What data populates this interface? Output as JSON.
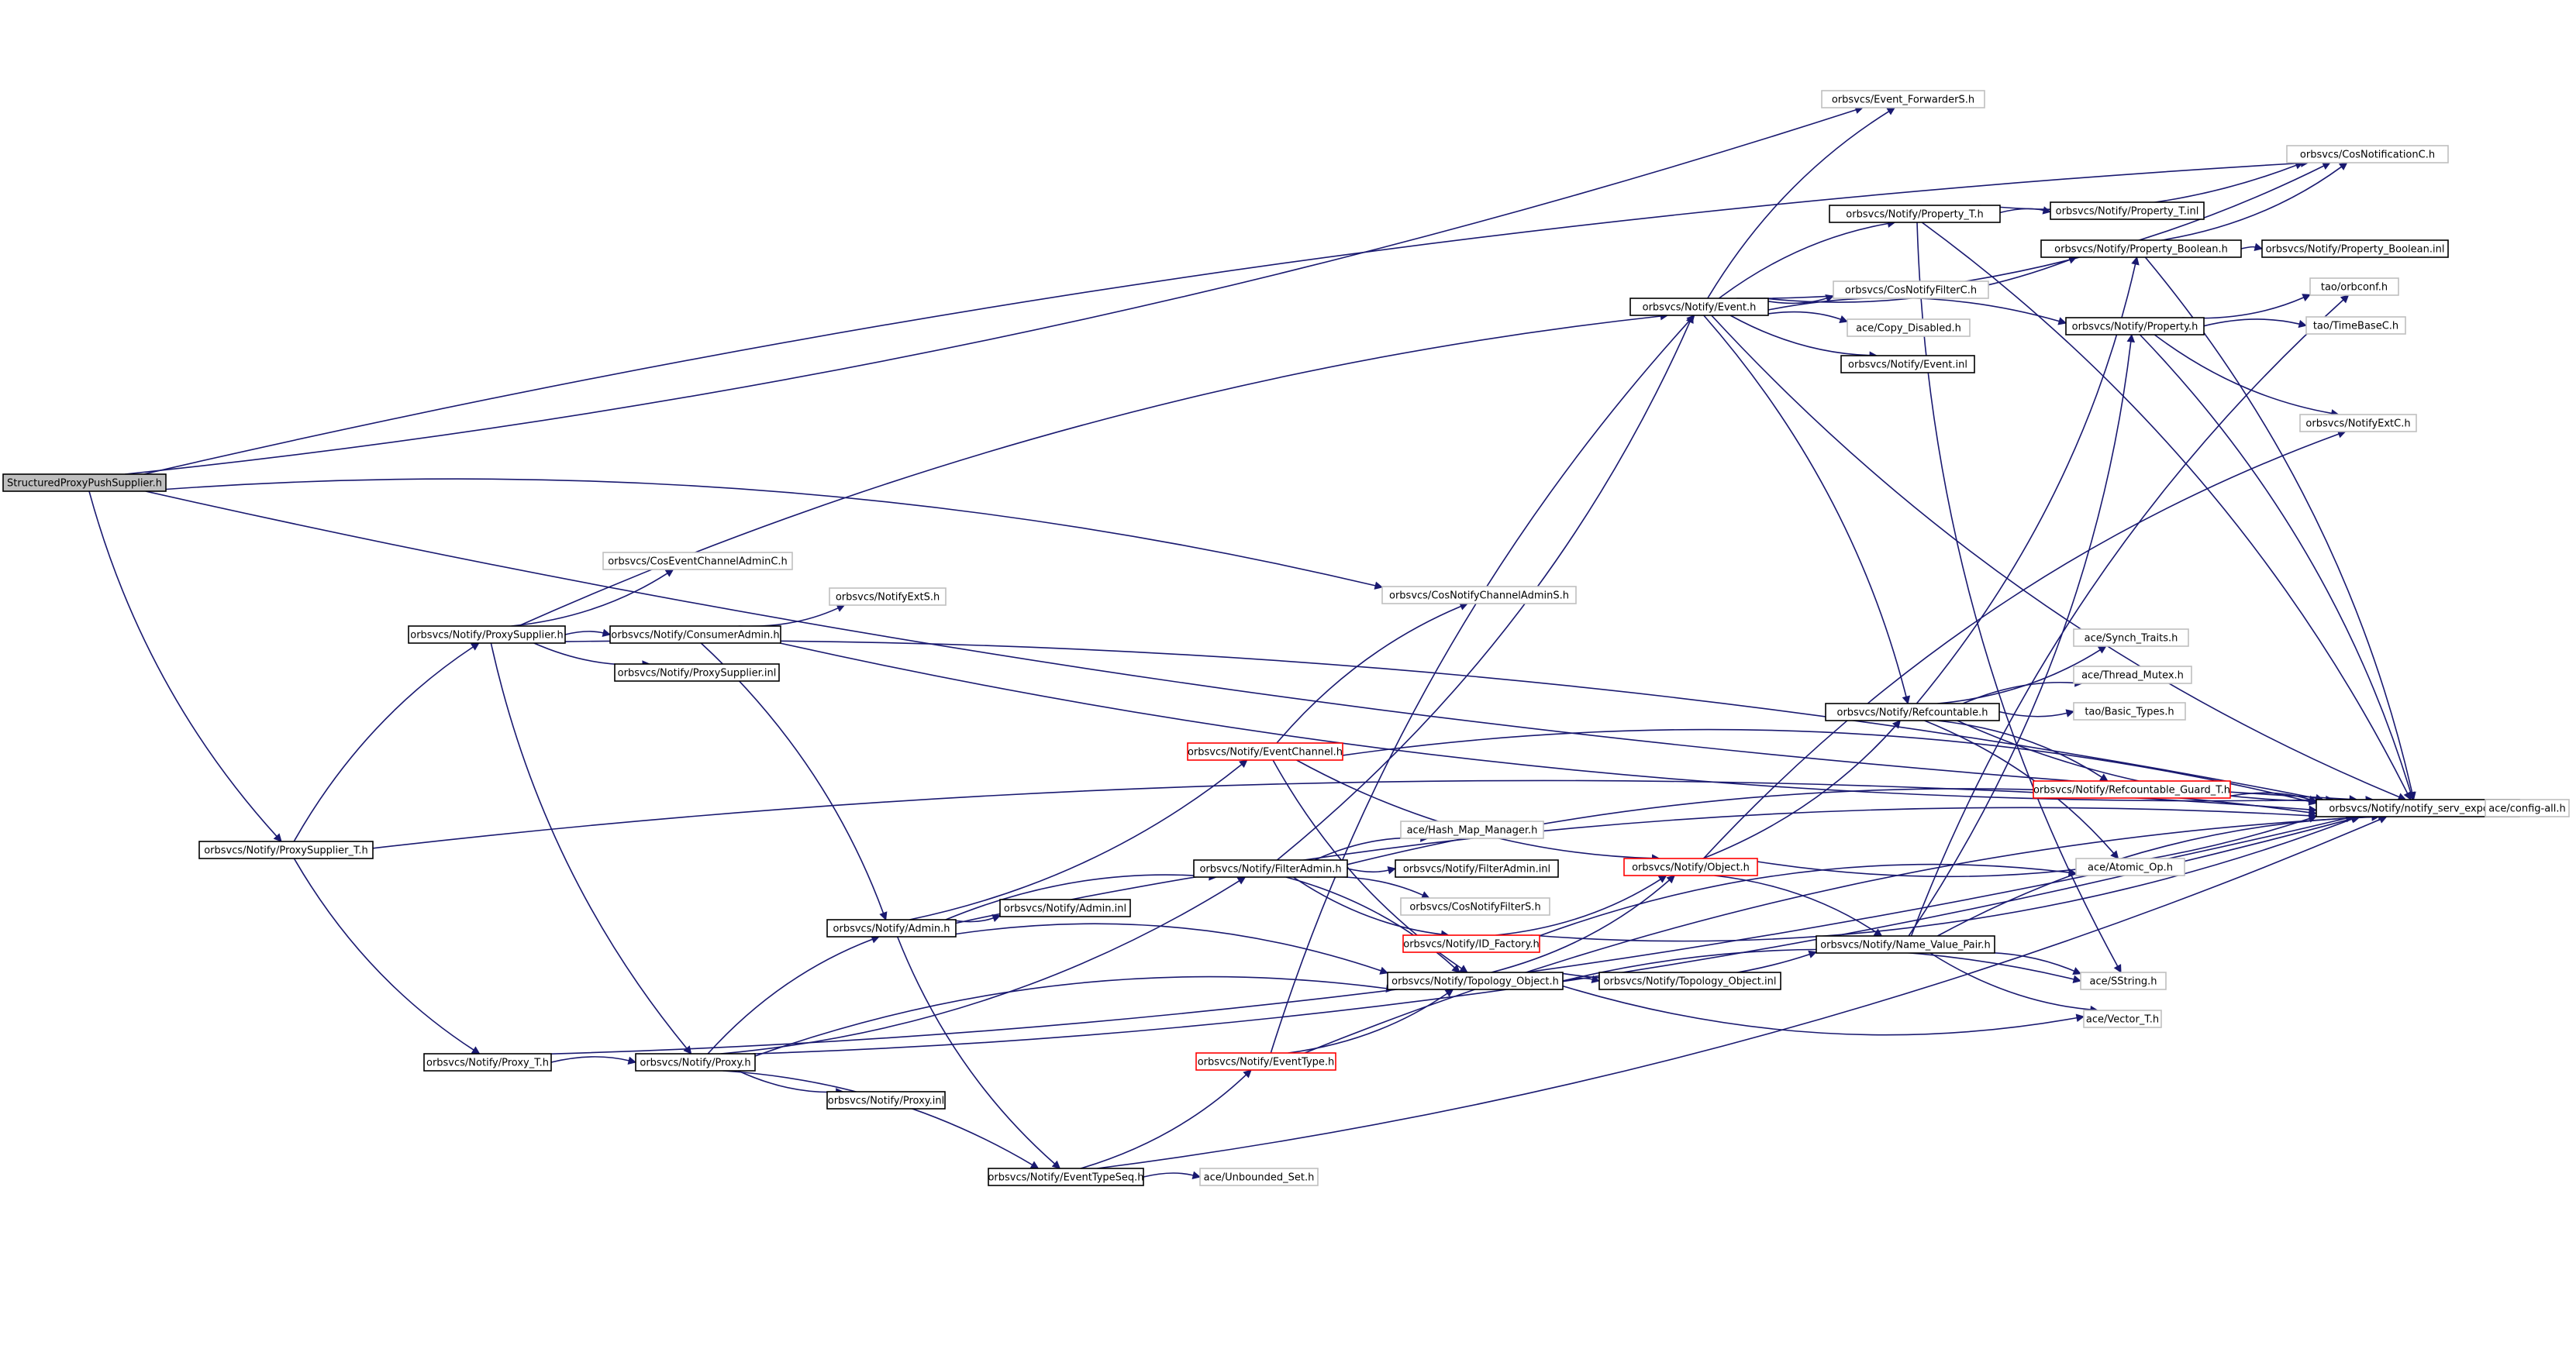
{
  "colors": {
    "edge": "#191970",
    "node_border": "#000000",
    "node_border_faded": "#bfbfbf",
    "node_border_truncated": "#ff0000",
    "root_fill": "#bfbfbf"
  },
  "nodes": [
    {
      "id": "root",
      "label": "StructuredProxyPushSupplier.h",
      "style": "root"
    },
    {
      "id": "fwd",
      "label": "orbsvcs/Event_ForwarderS.h",
      "style": "faded"
    },
    {
      "id": "cosnot",
      "label": "orbsvcs/CosNotificationC.h",
      "style": "faded"
    },
    {
      "id": "propT",
      "label": "orbsvcs/Notify/Property_T.h",
      "style": "normal"
    },
    {
      "id": "propTinl",
      "label": "orbsvcs/Notify/Property_T.inl",
      "style": "normal"
    },
    {
      "id": "propBool",
      "label": "orbsvcs/Notify/Property_Boolean.h",
      "style": "normal"
    },
    {
      "id": "propBoolInl",
      "label": "orbsvcs/Notify/Property_Boolean.inl",
      "style": "normal"
    },
    {
      "id": "orbconf",
      "label": "tao/orbconf.h",
      "style": "faded"
    },
    {
      "id": "event",
      "label": "orbsvcs/Notify/Event.h",
      "style": "normal"
    },
    {
      "id": "cosFilterC",
      "label": "orbsvcs/CosNotifyFilterC.h",
      "style": "faded"
    },
    {
      "id": "prop",
      "label": "orbsvcs/Notify/Property.h",
      "style": "normal"
    },
    {
      "id": "timeBase",
      "label": "tao/TimeBaseC.h",
      "style": "faded"
    },
    {
      "id": "copyDis",
      "label": "ace/Copy_Disabled.h",
      "style": "faded"
    },
    {
      "id": "eventInl",
      "label": "orbsvcs/Notify/Event.inl",
      "style": "normal"
    },
    {
      "id": "notifyExtC",
      "label": "orbsvcs/NotifyExtC.h",
      "style": "faded"
    },
    {
      "id": "cosEvAdmC",
      "label": "orbsvcs/CosEventChannelAdminC.h",
      "style": "faded"
    },
    {
      "id": "cosNotChAdmS",
      "label": "orbsvcs/CosNotifyChannelAdminS.h",
      "style": "faded"
    },
    {
      "id": "notifyExtS",
      "label": "orbsvcs/NotifyExtS.h",
      "style": "faded"
    },
    {
      "id": "proxySup",
      "label": "orbsvcs/Notify/ProxySupplier.h",
      "style": "normal"
    },
    {
      "id": "consAdm",
      "label": "orbsvcs/Notify/ConsumerAdmin.h",
      "style": "normal"
    },
    {
      "id": "proxySupInl",
      "label": "orbsvcs/Notify/ProxySupplier.inl",
      "style": "normal"
    },
    {
      "id": "synch",
      "label": "ace/Synch_Traits.h",
      "style": "faded"
    },
    {
      "id": "threadMutex",
      "label": "ace/Thread_Mutex.h",
      "style": "faded"
    },
    {
      "id": "refc",
      "label": "orbsvcs/Notify/Refcountable.h",
      "style": "normal"
    },
    {
      "id": "basicTypes",
      "label": "tao/Basic_Types.h",
      "style": "faded"
    },
    {
      "id": "evCh",
      "label": "orbsvcs/Notify/EventChannel.h",
      "style": "truncated"
    },
    {
      "id": "refGuard",
      "label": "orbsvcs/Notify/Refcountable_Guard_T.h",
      "style": "truncated"
    },
    {
      "id": "servExport",
      "label": "orbsvcs/Notify/notify_serv_export.h",
      "style": "normal"
    },
    {
      "id": "configAll",
      "label": "ace/config-all.h",
      "style": "faded"
    },
    {
      "id": "proxySupT",
      "label": "orbsvcs/Notify/ProxySupplier_T.h",
      "style": "normal"
    },
    {
      "id": "hashMap",
      "label": "ace/Hash_Map_Manager.h",
      "style": "faded"
    },
    {
      "id": "filterAdm",
      "label": "orbsvcs/Notify/FilterAdmin.h",
      "style": "normal"
    },
    {
      "id": "filterAdmInl",
      "label": "orbsvcs/Notify/FilterAdmin.inl",
      "style": "normal"
    },
    {
      "id": "object",
      "label": "orbsvcs/Notify/Object.h",
      "style": "truncated"
    },
    {
      "id": "atomicOp",
      "label": "ace/Atomic_Op.h",
      "style": "faded"
    },
    {
      "id": "cosFilterS",
      "label": "orbsvcs/CosNotifyFilterS.h",
      "style": "faded"
    },
    {
      "id": "admin",
      "label": "orbsvcs/Notify/Admin.h",
      "style": "normal"
    },
    {
      "id": "adminInl",
      "label": "orbsvcs/Notify/Admin.inl",
      "style": "normal"
    },
    {
      "id": "idFact",
      "label": "orbsvcs/Notify/ID_Factory.h",
      "style": "truncated"
    },
    {
      "id": "nvp",
      "label": "orbsvcs/Notify/Name_Value_Pair.h",
      "style": "normal"
    },
    {
      "id": "topo",
      "label": "orbsvcs/Notify/Topology_Object.h",
      "style": "normal"
    },
    {
      "id": "topoInl",
      "label": "orbsvcs/Notify/Topology_Object.inl",
      "style": "normal"
    },
    {
      "id": "sstring",
      "label": "ace/SString.h",
      "style": "faded"
    },
    {
      "id": "vectorT",
      "label": "ace/Vector_T.h",
      "style": "faded"
    },
    {
      "id": "proxyT",
      "label": "orbsvcs/Notify/Proxy_T.h",
      "style": "normal"
    },
    {
      "id": "proxy",
      "label": "orbsvcs/Notify/Proxy.h",
      "style": "normal"
    },
    {
      "id": "evType",
      "label": "orbsvcs/Notify/EventType.h",
      "style": "truncated"
    },
    {
      "id": "proxyInl",
      "label": "orbsvcs/Notify/Proxy.inl",
      "style": "normal"
    },
    {
      "id": "evTypeSeq",
      "label": "orbsvcs/Notify/EventTypeSeq.h",
      "style": "normal"
    },
    {
      "id": "unbSet",
      "label": "ace/Unbounded_Set.h",
      "style": "faded"
    }
  ],
  "edges": [
    [
      "root",
      "fwd"
    ],
    [
      "root",
      "cosnot"
    ],
    [
      "root",
      "servExport"
    ],
    [
      "root",
      "cosNotChAdmS"
    ],
    [
      "root",
      "proxySupT"
    ],
    [
      "proxySupT",
      "proxySup"
    ],
    [
      "proxySupT",
      "proxyT"
    ],
    [
      "proxySupT",
      "servExport"
    ],
    [
      "proxySup",
      "cosEvAdmC"
    ],
    [
      "proxySup",
      "consAdm"
    ],
    [
      "proxySup",
      "proxySupInl"
    ],
    [
      "proxySup",
      "event"
    ],
    [
      "proxySup",
      "proxy"
    ],
    [
      "proxySup",
      "servExport"
    ],
    [
      "consAdm",
      "notifyExtS"
    ],
    [
      "consAdm",
      "admin"
    ],
    [
      "consAdm",
      "servExport"
    ],
    [
      "event",
      "fwd"
    ],
    [
      "event",
      "cosnot"
    ],
    [
      "event",
      "propT"
    ],
    [
      "event",
      "propBool"
    ],
    [
      "event",
      "prop"
    ],
    [
      "event",
      "cosFilterC"
    ],
    [
      "event",
      "copyDis"
    ],
    [
      "event",
      "eventInl"
    ],
    [
      "event",
      "refc"
    ],
    [
      "event",
      "servExport"
    ],
    [
      "propT",
      "propTinl"
    ],
    [
      "propT",
      "cosnot"
    ],
    [
      "propT",
      "servExport"
    ],
    [
      "propT",
      "sstring"
    ],
    [
      "propBool",
      "propBoolInl"
    ],
    [
      "propBool",
      "cosnot"
    ],
    [
      "propBool",
      "servExport"
    ],
    [
      "prop",
      "orbconf"
    ],
    [
      "prop",
      "timeBase"
    ],
    [
      "prop",
      "notifyExtC"
    ],
    [
      "prop",
      "servExport"
    ],
    [
      "refc",
      "synch"
    ],
    [
      "refc",
      "threadMutex"
    ],
    [
      "refc",
      "basicTypes"
    ],
    [
      "refc",
      "refGuard"
    ],
    [
      "refc",
      "servExport"
    ],
    [
      "refc",
      "atomicOp"
    ],
    [
      "refc",
      "propBool"
    ],
    [
      "refGuard",
      "servExport"
    ],
    [
      "servExport",
      "configAll"
    ],
    [
      "evCh",
      "cosNotChAdmS"
    ],
    [
      "evCh",
      "object"
    ],
    [
      "evCh",
      "servExport"
    ],
    [
      "evCh",
      "topo"
    ],
    [
      "filterAdm",
      "hashMap"
    ],
    [
      "filterAdm",
      "filterAdmInl"
    ],
    [
      "filterAdm",
      "cosFilterS"
    ],
    [
      "filterAdm",
      "idFact"
    ],
    [
      "filterAdm",
      "topo"
    ],
    [
      "filterAdm",
      "event"
    ],
    [
      "filterAdm",
      "servExport"
    ],
    [
      "object",
      "refc"
    ],
    [
      "object",
      "nvp"
    ],
    [
      "object",
      "servExport"
    ],
    [
      "object",
      "notifyExtC"
    ],
    [
      "admin",
      "evCh"
    ],
    [
      "admin",
      "filterAdm"
    ],
    [
      "admin",
      "adminInl"
    ],
    [
      "admin",
      "topo"
    ],
    [
      "admin",
      "evTypeSeq"
    ],
    [
      "admin",
      "servExport"
    ],
    [
      "idFact",
      "object"
    ],
    [
      "idFact",
      "atomicOp"
    ],
    [
      "idFact",
      "servExport"
    ],
    [
      "nvp",
      "sstring"
    ],
    [
      "nvp",
      "vectorT"
    ],
    [
      "nvp",
      "servExport"
    ],
    [
      "nvp",
      "prop"
    ],
    [
      "nvp",
      "orbconf"
    ],
    [
      "topo",
      "object"
    ],
    [
      "topo",
      "topoInl"
    ],
    [
      "topo",
      "nvp"
    ],
    [
      "topo",
      "sstring"
    ],
    [
      "topo",
      "vectorT"
    ],
    [
      "proxyT",
      "proxy"
    ],
    [
      "proxyT",
      "servExport"
    ],
    [
      "proxy",
      "admin"
    ],
    [
      "proxy",
      "filterAdm"
    ],
    [
      "proxy",
      "topo"
    ],
    [
      "proxy",
      "proxyInl"
    ],
    [
      "proxy",
      "evTypeSeq"
    ],
    [
      "proxy",
      "servExport"
    ],
    [
      "evType",
      "event"
    ],
    [
      "evType",
      "topo"
    ],
    [
      "evType",
      "servExport"
    ],
    [
      "evTypeSeq",
      "evType"
    ],
    [
      "evTypeSeq",
      "unbSet"
    ],
    [
      "evTypeSeq",
      "servExport"
    ]
  ]
}
